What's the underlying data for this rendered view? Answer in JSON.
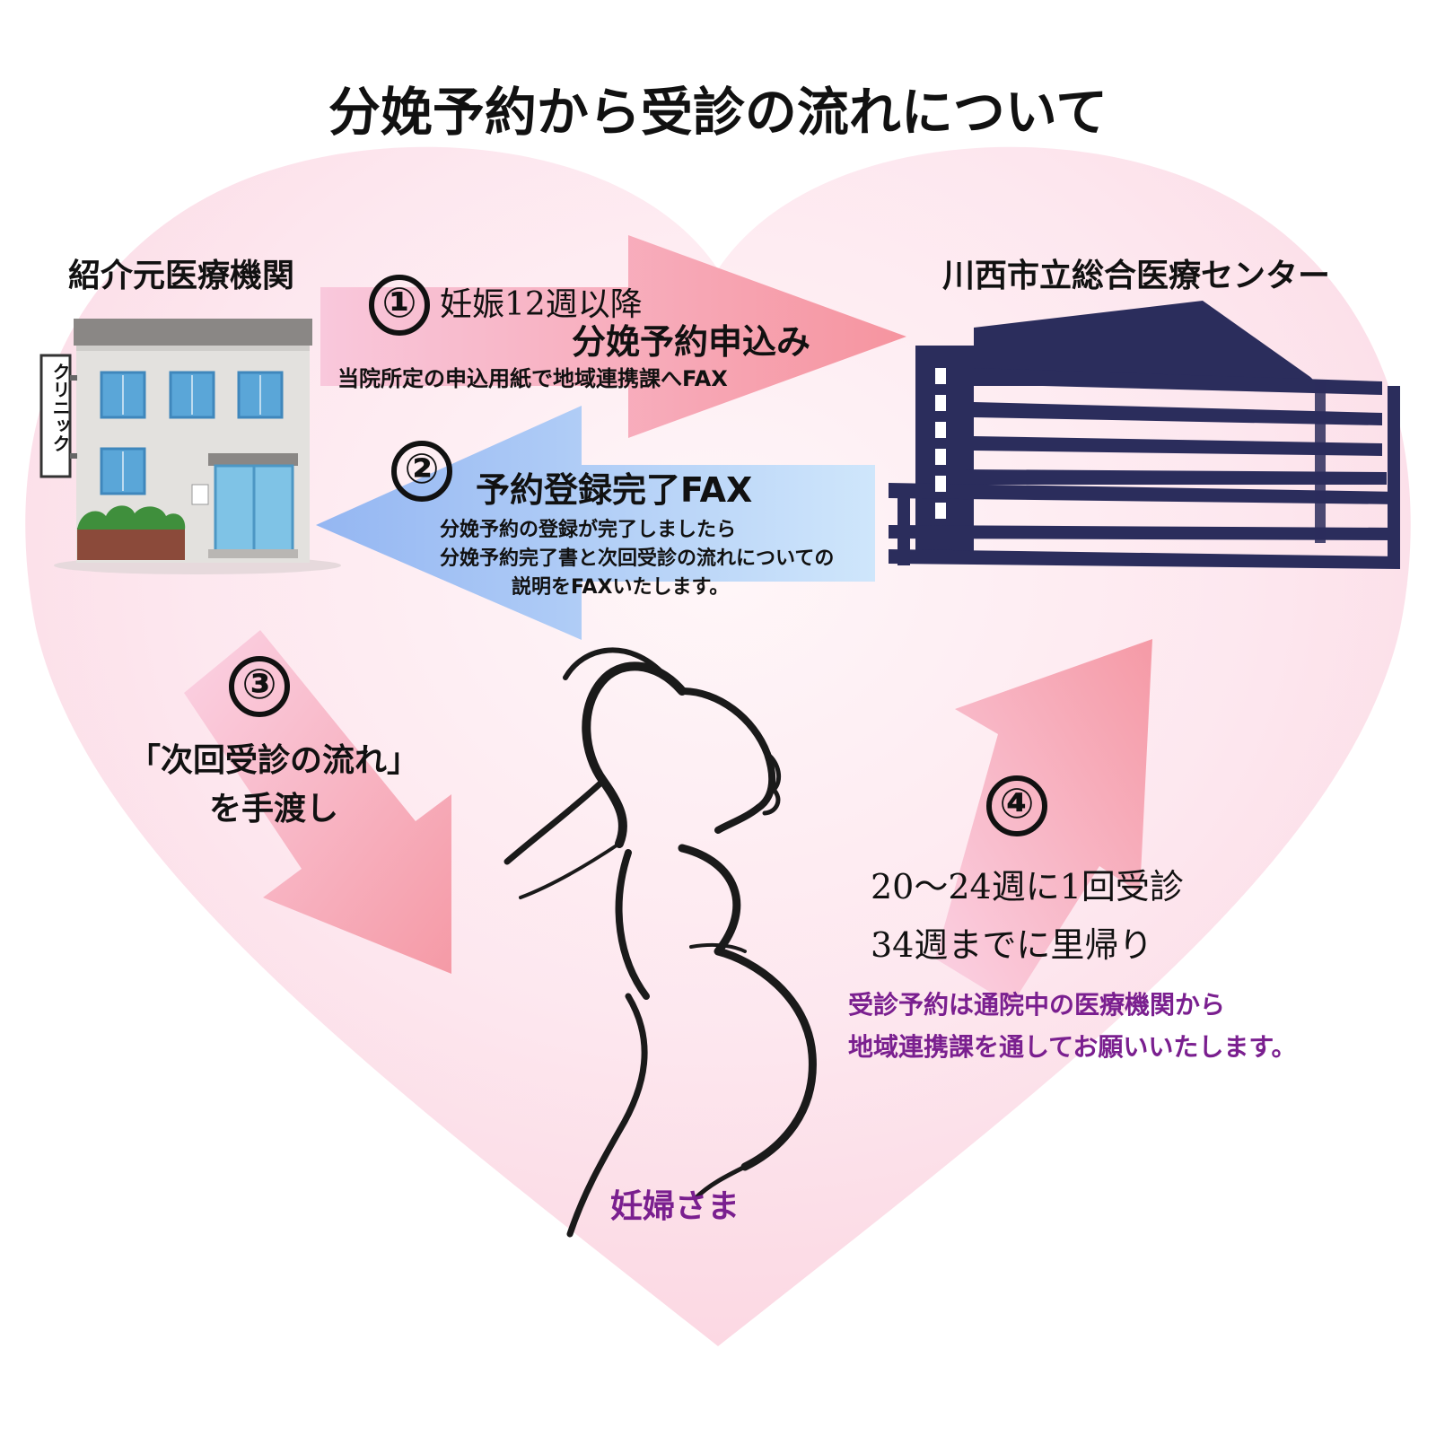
{
  "title": "分娩予約から受診の流れについて",
  "referring_institution": {
    "label": "紹介元医療機関",
    "sign": "クリニック"
  },
  "hospital": {
    "label": "川西市立総合医療センター"
  },
  "steps": [
    {
      "number": "①",
      "heading": "妊娠12週以降",
      "subheading": "分娩予約申込み",
      "note": "当院所定の申込用紙で地域連携課へFAX"
    },
    {
      "number": "②",
      "heading": "予約登録完了FAX",
      "lines": [
        "分娩予約の登録が完了しましたら",
        "分娩予約完了書と次回受診の流れについての",
        "説明をFAXいたします。"
      ]
    },
    {
      "number": "③",
      "lines": [
        "「次回受診の流れ」",
        "を手渡し"
      ]
    },
    {
      "number": "④",
      "lines": [
        "20～24週に1回受診",
        "34週までに里帰り"
      ],
      "note_lines": [
        "受診予約は通院中の医療機関から",
        "地域連携課を通してお願いいたします。"
      ]
    }
  ],
  "patient": {
    "label": "妊婦さま"
  },
  "colors": {
    "heart": "#fce1ea",
    "pink_arrow": "#f7a0b0",
    "blue_arrow": "#a9c6f5",
    "navy": "#2b2d5c",
    "purple_text": "#7a1f8f"
  }
}
